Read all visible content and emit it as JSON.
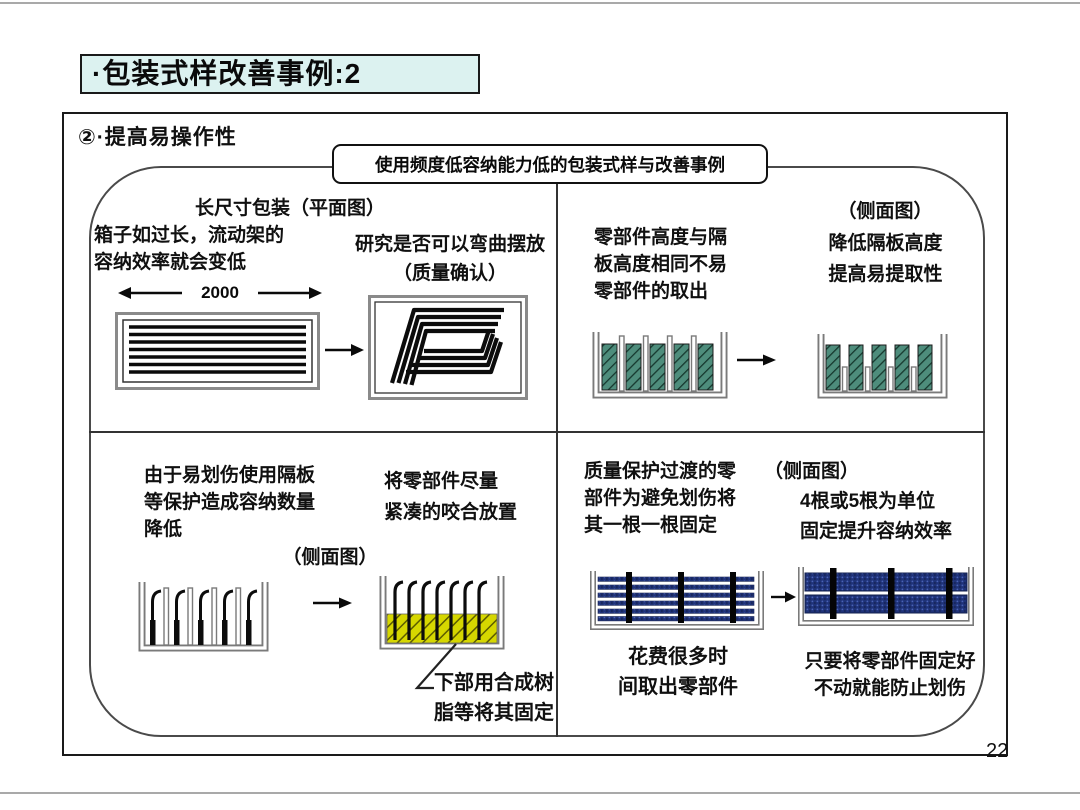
{
  "page": {
    "title": "·包装式样改善事例:2",
    "page_number": "22"
  },
  "frame": {
    "section_label": "②·提高易操作性",
    "header": "使用频度低容纳能力低的包装式样与改善事例"
  },
  "quadrants": {
    "top_left": {
      "heading": "长尺寸包装（平面图）",
      "problem": "箱子如过长，流动架的\n容纳效率就会变低",
      "solution": "研究是否可以弯曲摆放\n（质量确认）",
      "dimension": "2000"
    },
    "top_right": {
      "view_label": "（侧面图）",
      "problem": "零部件高度与隔\n板高度相同不易\n零部件的取出",
      "solution": "降低隔板高度\n提高易提取性"
    },
    "bottom_left": {
      "problem": "由于易划伤使用隔板\n等保护造成容纳数量\n降低",
      "solution": "将零部件尽量\n紧凑的咬合放置",
      "view_label": "（侧面图）",
      "callout": "下部用合成树\n脂等将其固定"
    },
    "bottom_right": {
      "problem": "质量保护过渡的零\n部件为避免划伤将\n其一根一根固定",
      "view_label": "（侧面图）",
      "solution": "4根或5根为单位\n固定提升容纳效率",
      "before_caption": "花费很多时\n间取出零部件",
      "after_caption": "只要将零部件固定好\n不动就能防止划伤"
    }
  },
  "colors": {
    "title_background": "#dcf2f0",
    "green_part": "#4e8d7c",
    "yellow_resin": "#d6d700",
    "navy_part": "#1f3278",
    "line_black": "#0a0a0a",
    "tray_gray": "#7a7a7a"
  }
}
